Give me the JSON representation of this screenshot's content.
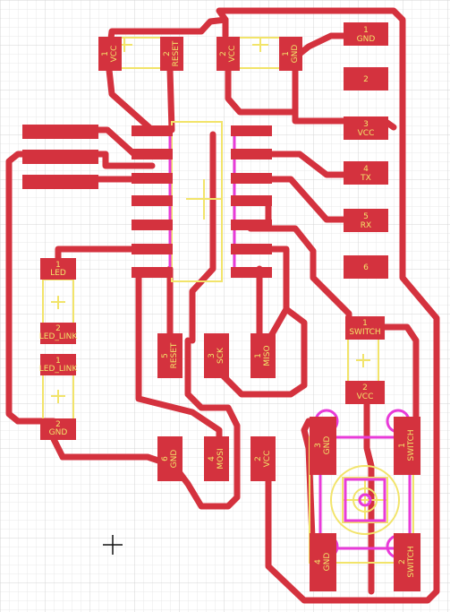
{
  "colors": {
    "background": "#ffffff",
    "grid_minor": "#e9e9e9",
    "grid_major": "#d4d4d4",
    "copper": "#d4323e",
    "silkscreen": "#f2e46a",
    "via": "#e83bd8"
  },
  "header_pads": [
    {
      "num": "1",
      "name": "GND"
    },
    {
      "num": "",
      "name": "2"
    },
    {
      "num": "3",
      "name": "VCC"
    },
    {
      "num": "4",
      "name": "TX"
    },
    {
      "num": "5",
      "name": "RX"
    },
    {
      "num": "",
      "name": "6"
    }
  ],
  "top_caps": [
    {
      "left_num": "1",
      "left_name": "VCC",
      "right_num": "2",
      "right_name": "RESET"
    },
    {
      "left_num": "2",
      "left_name": "VCC",
      "right_num": "1",
      "right_name": "GND"
    }
  ],
  "led_pads": [
    {
      "num": "1",
      "name": "LED"
    },
    {
      "num": "2",
      "name": "LED_LINK"
    },
    {
      "num": "1",
      "name": "LED_LINK"
    },
    {
      "num": "2",
      "name": "GND"
    }
  ],
  "isp_pads": [
    {
      "num": "5",
      "name": "RESET"
    },
    {
      "num": "3",
      "name": "SCK"
    },
    {
      "num": "1",
      "name": "MISO"
    }
  ],
  "isp_pads_bottom": [
    {
      "num": "6",
      "name": "GND"
    },
    {
      "num": "4",
      "name": "MOSI"
    },
    {
      "num": "2",
      "name": "VCC"
    }
  ],
  "switch_resistor": [
    {
      "num": "1",
      "name": "SWITCH"
    },
    {
      "num": "2",
      "name": "VCC"
    }
  ],
  "button_pads": [
    {
      "num": "3",
      "name": "GND"
    },
    {
      "num": "1",
      "name": "SWITCH"
    },
    {
      "num": "4",
      "name": "GND"
    },
    {
      "num": "2",
      "name": "SWITCH"
    }
  ]
}
